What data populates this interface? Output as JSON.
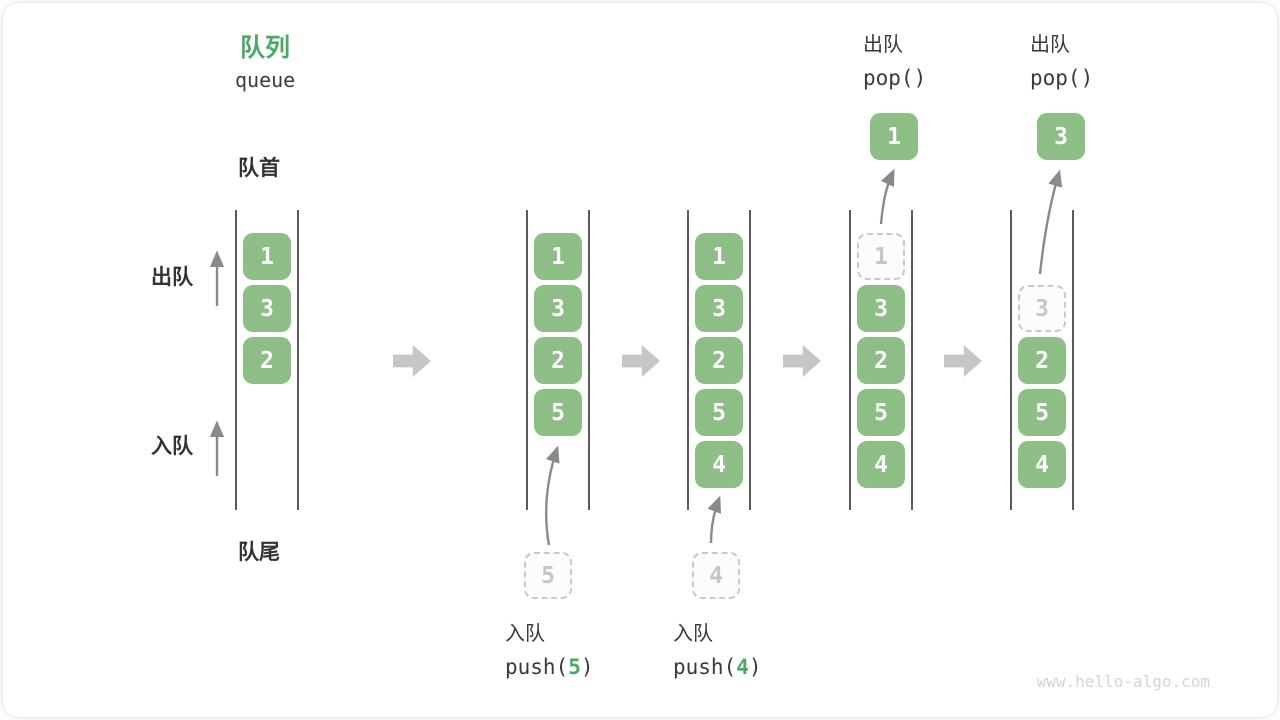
{
  "title": {
    "zh": "队列",
    "en": "queue"
  },
  "side_labels": {
    "front": "队首",
    "rear": "队尾",
    "dequeue": "出队",
    "enqueue": "入队"
  },
  "operations": {
    "push5": {
      "label": "入队",
      "code_prefix": "push(",
      "arg": "5",
      "code_suffix": ")"
    },
    "push4": {
      "label": "入队",
      "code_prefix": "push(",
      "arg": "4",
      "code_suffix": ")"
    },
    "pop1": {
      "label": "出队",
      "code": "pop()"
    },
    "pop2": {
      "label": "出队",
      "code": "pop()"
    }
  },
  "queue_states": [
    {
      "cells": [
        {
          "value": "1",
          "style": "filled"
        },
        {
          "value": "3",
          "style": "filled"
        },
        {
          "value": "2",
          "style": "filled"
        }
      ]
    },
    {
      "cells": [
        {
          "value": "1",
          "style": "filled"
        },
        {
          "value": "3",
          "style": "filled"
        },
        {
          "value": "2",
          "style": "filled"
        },
        {
          "value": "5",
          "style": "filled"
        }
      ]
    },
    {
      "cells": [
        {
          "value": "1",
          "style": "filled"
        },
        {
          "value": "3",
          "style": "filled"
        },
        {
          "value": "2",
          "style": "filled"
        },
        {
          "value": "5",
          "style": "filled"
        },
        {
          "value": "4",
          "style": "filled"
        }
      ]
    },
    {
      "cells": [
        {
          "value": "1",
          "style": "ghost"
        },
        {
          "value": "3",
          "style": "filled"
        },
        {
          "value": "2",
          "style": "filled"
        },
        {
          "value": "5",
          "style": "filled"
        },
        {
          "value": "4",
          "style": "filled"
        }
      ]
    },
    {
      "cells": [
        {
          "value": "",
          "style": "none"
        },
        {
          "value": "3",
          "style": "ghost"
        },
        {
          "value": "2",
          "style": "filled"
        },
        {
          "value": "5",
          "style": "filled"
        },
        {
          "value": "4",
          "style": "filled"
        }
      ]
    }
  ],
  "floating_cells": {
    "pending_push_5": "5",
    "pending_push_4": "4",
    "popped_1": "1",
    "popped_3": "3"
  },
  "watermark": "www.hello-algo.com",
  "colors": {
    "accent_green": "#4ca965",
    "cell_green": "#8cbe85",
    "ghost_gray": "#c9c9c9",
    "arrow_gray": "#8a8a8a",
    "block_arrow_gray": "#c6c6c6"
  }
}
